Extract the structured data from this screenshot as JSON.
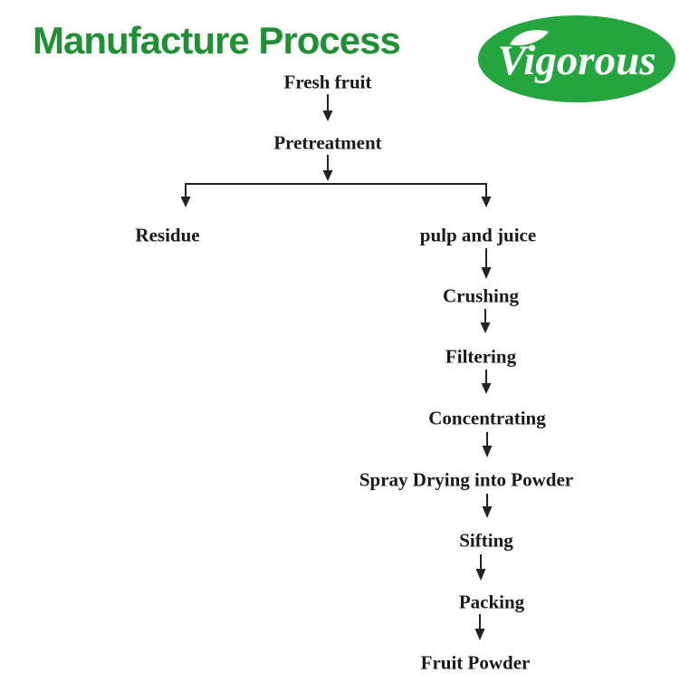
{
  "header": {
    "title": "Manufacture Process",
    "logo_text": "Vigorous"
  },
  "colors": {
    "title_green": "#1f9134",
    "logo_green": "#25a53e",
    "logo_text_color": "#ffffff",
    "line_color": "#222222",
    "node_text_color": "#191919"
  },
  "flowchart": {
    "nodes": [
      {
        "id": "fresh-fruit",
        "label": "Fresh fruit"
      },
      {
        "id": "pretreatment",
        "label": "Pretreatment"
      },
      {
        "id": "residue",
        "label": "Residue"
      },
      {
        "id": "pulp-and-juice",
        "label": "pulp and juice"
      },
      {
        "id": "crushing",
        "label": "Crushing"
      },
      {
        "id": "filtering",
        "label": "Filtering"
      },
      {
        "id": "concentrating",
        "label": "Concentrating"
      },
      {
        "id": "spray-drying",
        "label": "Spray Drying into Powder"
      },
      {
        "id": "sifting",
        "label": "Sifting"
      },
      {
        "id": "packing",
        "label": "Packing"
      },
      {
        "id": "fruit-powder",
        "label": "Fruit Powder"
      }
    ],
    "edges": [
      {
        "from": "fresh-fruit",
        "to": "pretreatment"
      },
      {
        "from": "pretreatment",
        "to": "residue"
      },
      {
        "from": "pretreatment",
        "to": "pulp-and-juice"
      },
      {
        "from": "pulp-and-juice",
        "to": "crushing"
      },
      {
        "from": "crushing",
        "to": "filtering"
      },
      {
        "from": "filtering",
        "to": "concentrating"
      },
      {
        "from": "concentrating",
        "to": "spray-drying"
      },
      {
        "from": "spray-drying",
        "to": "sifting"
      },
      {
        "from": "sifting",
        "to": "packing"
      },
      {
        "from": "packing",
        "to": "fruit-powder"
      }
    ]
  }
}
